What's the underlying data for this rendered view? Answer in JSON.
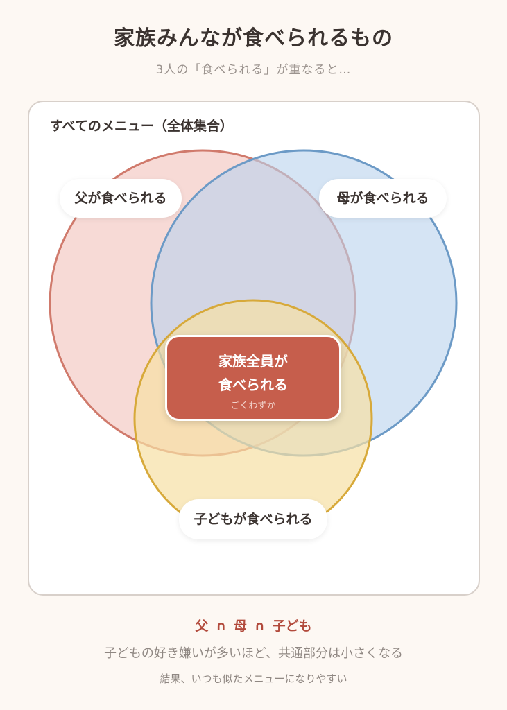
{
  "title": "家族みんなが食べられるもの",
  "subtitle": "3人の「食べられる」が重なると…",
  "universe_label": "すべてのメニュー（全体集合）",
  "sets": {
    "father": {
      "label": "父が食べられる",
      "fill": "#f4cdc8",
      "stroke": "#d07a6c"
    },
    "mother": {
      "label": "母が食べられる",
      "fill": "#b9d2ec",
      "stroke": "#6c9ac6"
    },
    "child": {
      "label": "子どもが食べられる",
      "fill": "#f6e0a4",
      "stroke": "#d7a93a"
    }
  },
  "intersection": {
    "line1": "家族全員が",
    "line2": "食べられる",
    "note": "ごくわずか",
    "color": "#c65e4c"
  },
  "formula": "父 ∩ 母 ∩ 子ども",
  "caption1": "子どもの好き嫌いが多いほど、共通部分は小さくなる",
  "caption2": "結果、いつも似たメニューになりやすい"
}
